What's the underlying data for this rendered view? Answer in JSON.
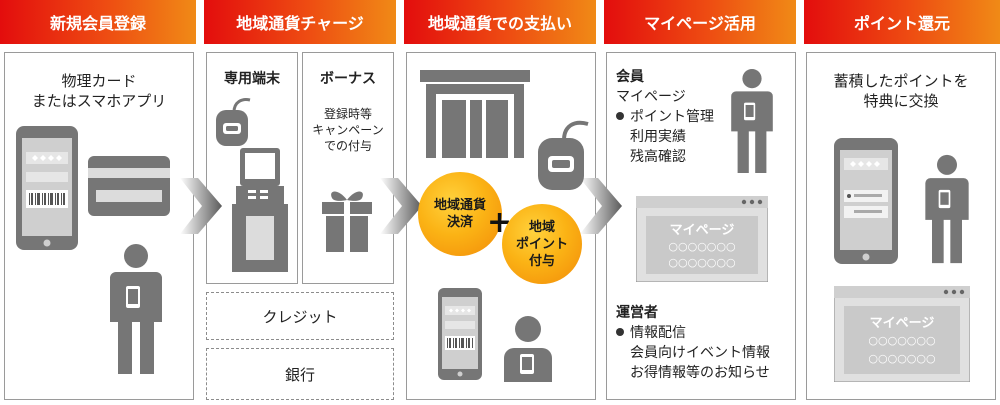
{
  "colors": {
    "header_start": "#e30d0d",
    "header_end": "#f08a16",
    "icon_gray": "#767676",
    "coin": "#fbb315"
  },
  "headers": [
    "新規会員登録",
    "地域通貨チャージ",
    "地域通貨での支払い",
    "マイページ活用",
    "ポイント還元"
  ],
  "register": {
    "line1": "物理カード",
    "line2": "またはスマホアプリ"
  },
  "charge": {
    "terminal_title": "専用端末",
    "bonus_title": "ボーナス",
    "bonus_lines": [
      "登録時等",
      "キャンペーン",
      "での付与"
    ],
    "credit": "クレジット",
    "bank": "銀行"
  },
  "payment": {
    "coin_left": [
      "地域通貨",
      "決済"
    ],
    "plus": "+",
    "coin_right": [
      "地域",
      "ポイント",
      "付与"
    ]
  },
  "mypage": {
    "member_title": "会員",
    "member_sub": "マイページ",
    "member_bullet": "ポイント管理",
    "member_items": [
      "利用実績",
      "残高確認"
    ],
    "screen_title": "マイページ",
    "screen_row1": "○○○○○○○",
    "screen_row2": "○○○○○○○",
    "operator_title": "運営者",
    "operator_bullet": "情報配信",
    "operator_items": [
      "会員向けイベント情報",
      "お得情報等のお知らせ"
    ]
  },
  "points": {
    "line1": "蓄積したポイントを",
    "line2": "特典に交換",
    "screen_title": "マイページ",
    "screen_row1": "○○○○○○○",
    "screen_row2": "○○○○○○○"
  }
}
